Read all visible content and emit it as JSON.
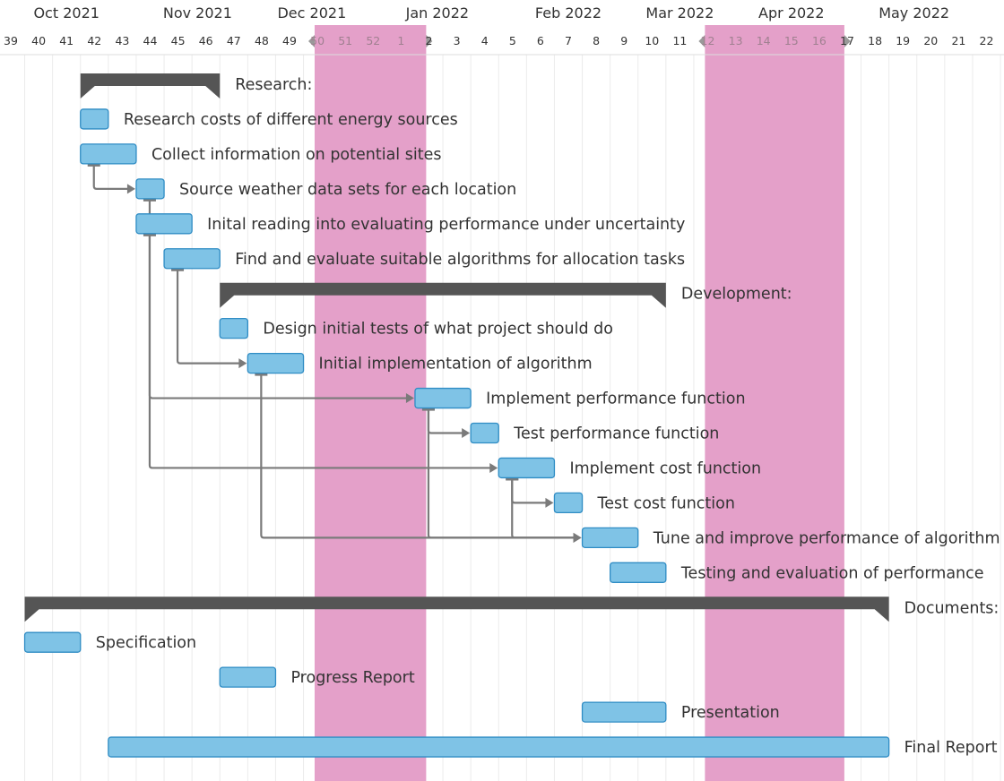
{
  "colors": {
    "background": "#ffffff",
    "holiday_band": "#e4a0c9",
    "holiday_header": "#dd99c4",
    "task_fill": "#7fc3e6",
    "task_stroke": "#2f8cc4",
    "summary_bar": "#555555",
    "dependency": "#7a7a7a",
    "grid": "#ececec",
    "text": "#333333"
  },
  "chart_data": {
    "type": "gantt",
    "months": [
      {
        "label": "Oct 2021",
        "week": 41.0
      },
      {
        "label": "Nov 2021",
        "week": 45.7
      },
      {
        "label": "Dec 2021",
        "week": 49.8
      },
      {
        "label": "Jan 2022",
        "week": 54.3
      },
      {
        "label": "Feb 2022",
        "week": 59.0
      },
      {
        "label": "Mar 2022",
        "week": 63.0
      },
      {
        "label": "Apr 2022",
        "week": 67.0
      },
      {
        "label": "May 2022",
        "week": 71.4
      }
    ],
    "week_labels": [
      "39",
      "40",
      "41",
      "42",
      "43",
      "44",
      "45",
      "46",
      "47",
      "48",
      "49",
      "50",
      "51",
      "52",
      "1",
      "2",
      "3",
      "4",
      "5",
      "6",
      "7",
      "8",
      "9",
      "10",
      "11",
      "12",
      "13",
      "14",
      "15",
      "16",
      "17",
      "18",
      "19",
      "20",
      "21",
      "22"
    ],
    "holidays": [
      {
        "start": 49.9,
        "end": 53.9
      },
      {
        "start": 63.9,
        "end": 68.9
      }
    ],
    "tasks": [
      {
        "id": "research",
        "name": "Research:",
        "kind": "summary",
        "start": 41.5,
        "end": 46.5
      },
      {
        "id": "t1",
        "name": "Research costs of different energy sources",
        "kind": "task",
        "start": 41.5,
        "end": 42.5
      },
      {
        "id": "t2",
        "name": "Collect information on potential sites",
        "kind": "task",
        "start": 41.5,
        "end": 43.5
      },
      {
        "id": "t3",
        "name": "Source weather data sets for each location",
        "kind": "task",
        "start": 43.5,
        "end": 44.5
      },
      {
        "id": "t4",
        "name": "Inital reading into evaluating performance under uncertainty",
        "kind": "task",
        "start": 43.5,
        "end": 45.5
      },
      {
        "id": "t5",
        "name": "Find and evaluate suitable algorithms for allocation tasks",
        "kind": "task",
        "start": 44.5,
        "end": 46.5
      },
      {
        "id": "development",
        "name": "Development:",
        "kind": "summary",
        "start": 46.5,
        "end": 62.5
      },
      {
        "id": "t6",
        "name": "Design initial tests of what project should do",
        "kind": "task",
        "start": 46.5,
        "end": 47.5
      },
      {
        "id": "t7",
        "name": "Initial implementation of algorithm",
        "kind": "task",
        "start": 47.5,
        "end": 49.5
      },
      {
        "id": "t8",
        "name": "Implement performance function",
        "kind": "task",
        "start": 53.5,
        "end": 55.5
      },
      {
        "id": "t9",
        "name": "Test performance function",
        "kind": "task",
        "start": 55.5,
        "end": 56.5
      },
      {
        "id": "t10",
        "name": "Implement cost function",
        "kind": "task",
        "start": 56.5,
        "end": 58.5
      },
      {
        "id": "t11",
        "name": "Test cost function",
        "kind": "task",
        "start": 58.5,
        "end": 59.5
      },
      {
        "id": "t12",
        "name": "Tune and improve performance of algorithm",
        "kind": "task",
        "start": 59.5,
        "end": 61.5
      },
      {
        "id": "t13",
        "name": "Testing and evaluation of performance",
        "kind": "task",
        "start": 60.5,
        "end": 62.5
      },
      {
        "id": "documents",
        "name": "Documents:",
        "kind": "summary",
        "start": 39.5,
        "end": 70.5
      },
      {
        "id": "d1",
        "name": "Specification",
        "kind": "task",
        "start": 39.5,
        "end": 41.5
      },
      {
        "id": "d2",
        "name": "Progress Report",
        "kind": "task",
        "start": 46.5,
        "end": 48.5
      },
      {
        "id": "d3",
        "name": "Presentation",
        "kind": "task",
        "start": 59.5,
        "end": 62.5
      },
      {
        "id": "d4",
        "name": "Final Report",
        "kind": "task",
        "start": 42.5,
        "end": 70.5
      }
    ],
    "dependencies": [
      {
        "from": "t2",
        "to": "t3"
      },
      {
        "from": "t5",
        "to": "t7"
      },
      {
        "from": "t3",
        "to": "t8"
      },
      {
        "from": "t8",
        "to": "t9"
      },
      {
        "from": "t4",
        "to": "t10"
      },
      {
        "from": "t10",
        "to": "t11"
      },
      {
        "from": "t7",
        "to": "t12"
      },
      {
        "from": "t8",
        "to": "t12"
      },
      {
        "from": "t10",
        "to": "t12"
      }
    ]
  }
}
